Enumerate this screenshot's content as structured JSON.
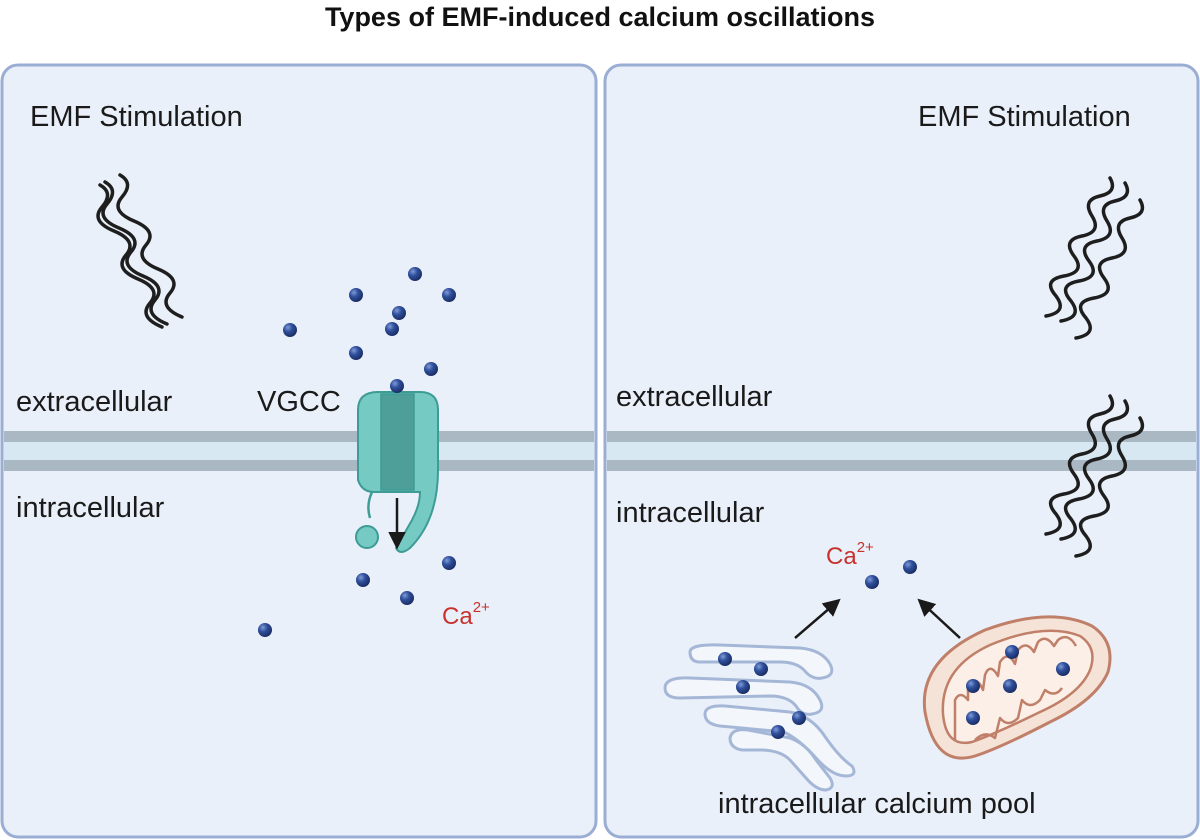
{
  "title": "Types of EMF-induced calcium oscillations",
  "left_panel": {
    "stimulation": "EMF Stimulation",
    "extracellular": "extracellular",
    "intracellular": "intracellular",
    "channel": "VGCC",
    "ion": "Ca",
    "ion_charge": "2+"
  },
  "right_panel": {
    "stimulation": "EMF Stimulation",
    "extracellular": "extracellular",
    "intracellular": "intracellular",
    "ion": "Ca",
    "ion_charge": "2+",
    "pool": "intracellular calcium pool"
  },
  "colors": {
    "panel_fill": "#eaf0fa",
    "panel_border": "#9aaed3",
    "membrane": "#a9b8c2",
    "membrane_gap": "#d7e8f3",
    "channel": "#76cac4",
    "ion_fill": "#2f4f9c",
    "label_red": "#c8322d",
    "mito_fill": "#f6e3d7",
    "mito_stroke": "#c07f68",
    "er_fill": "#f3f6fb",
    "er_stroke": "#a5b7d7"
  }
}
